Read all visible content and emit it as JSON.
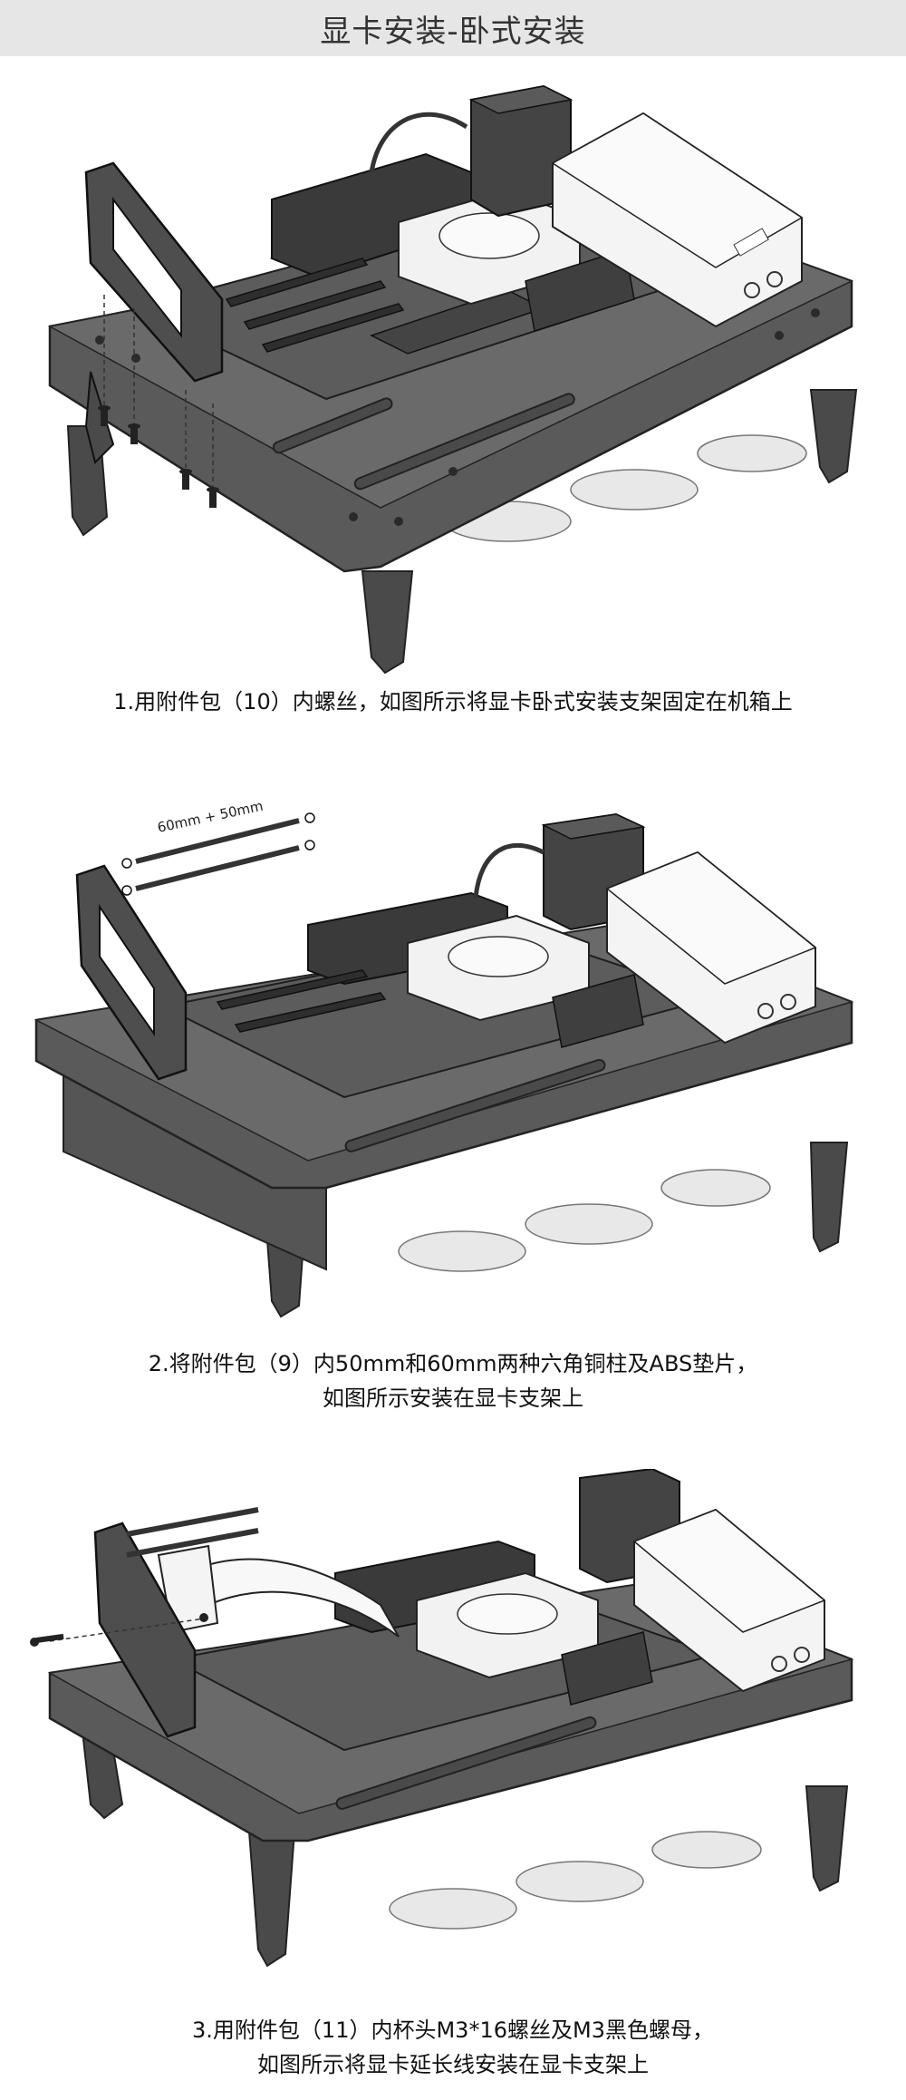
{
  "page": {
    "title": "显卡安装-卧式安装"
  },
  "steps": [
    {
      "caption_lines": [
        "1.用附件包（10）内螺丝，如图所示将显卡卧式安装支架固定在机箱上"
      ]
    },
    {
      "dimension_label": "60mm + 50mm",
      "caption_lines": [
        "2.将附件包（9）内50mm和60mm两种六角铜柱及ABS垫片，",
        "如图所示安装在显卡支架上"
      ]
    },
    {
      "caption_lines": [
        "3.用附件包（11）内杯头M3*16螺丝及M3黑色螺母，",
        "如图所示将显卡延长线安装在显卡支架上"
      ]
    }
  ],
  "colors": {
    "title_bar": "#e6e6e6",
    "case_gray": "#555555",
    "case_dark": "#3a3a3a",
    "pump_white": "#f4f4f4"
  }
}
